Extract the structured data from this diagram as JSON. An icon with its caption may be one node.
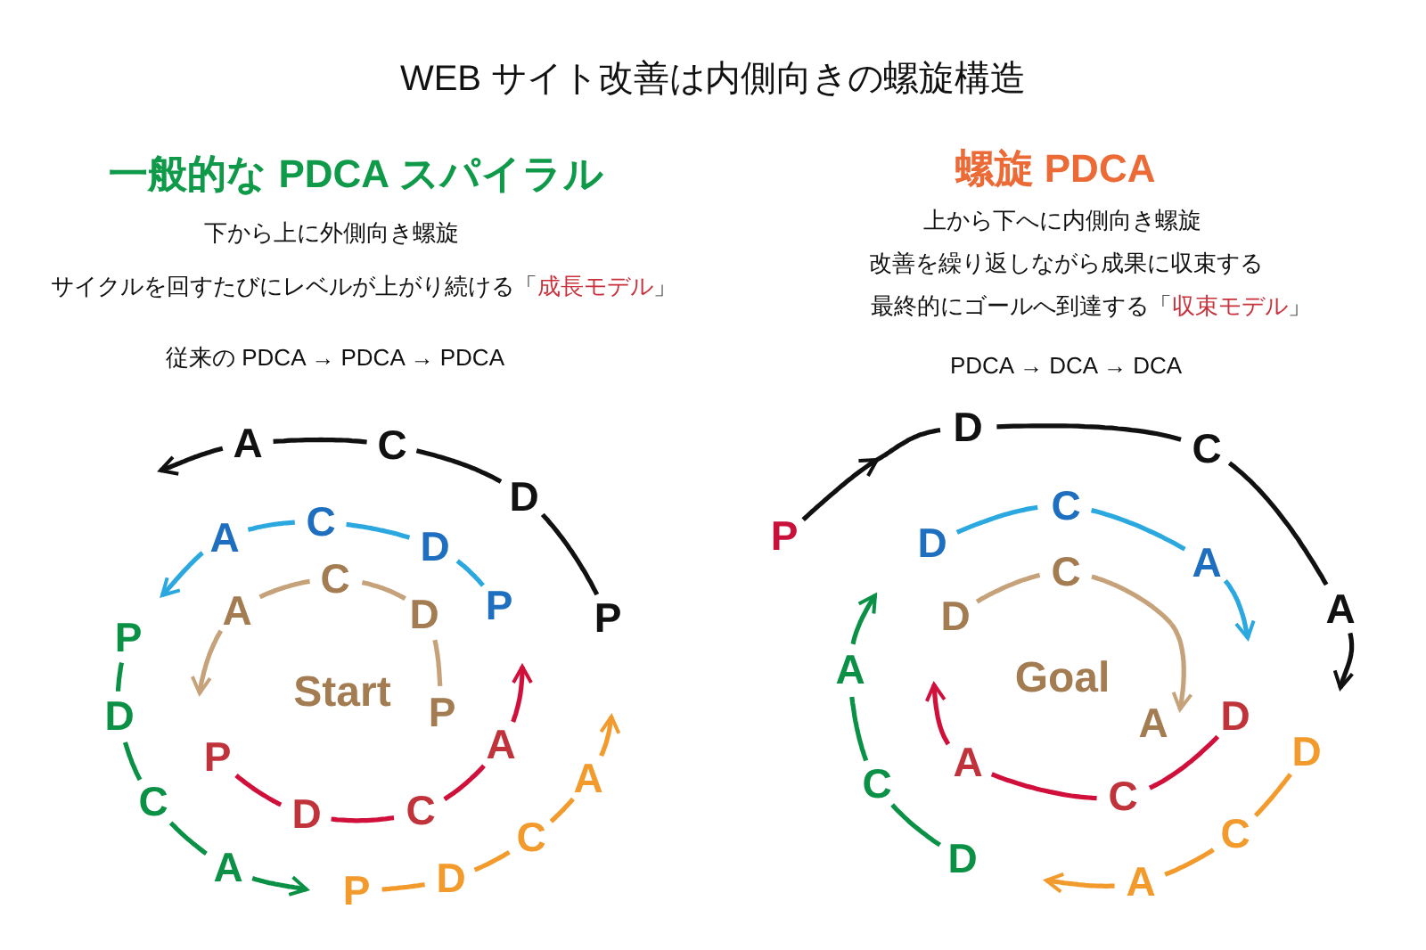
{
  "diagram": {
    "title": "WEB サイト改善は内側向きの螺旋構造",
    "labels": [
      "一般的な PDCA スパイラル",
      "下から上に外側向き螺旋",
      "サイクルを回すたびにレベルが上がり続ける「",
      "成長モデル",
      "」",
      "従来の PDCA → PDCA → PDCA",
      "螺旋 PDCA",
      "上から下へに内側向き螺旋",
      "改善を繰り返しながら成果に収束する",
      "最終的にゴールへ到達する「",
      "収束モデル",
      "」",
      "PDCA → DCA → DCA",
      "Start",
      "P",
      "D",
      "C",
      "A",
      "P",
      "D",
      "C",
      "A",
      "P",
      "D",
      "C",
      "A",
      "P",
      "D",
      "C",
      "A",
      "P",
      "D",
      "C",
      "A",
      "P",
      "D",
      "A",
      "C",
      "Goal",
      "P",
      "D",
      "C",
      "A",
      "D",
      "C",
      "A",
      "D",
      "C",
      "A",
      "D",
      "C",
      "A",
      "D",
      "C",
      "A",
      "D",
      "C",
      "A"
    ]
  }
}
